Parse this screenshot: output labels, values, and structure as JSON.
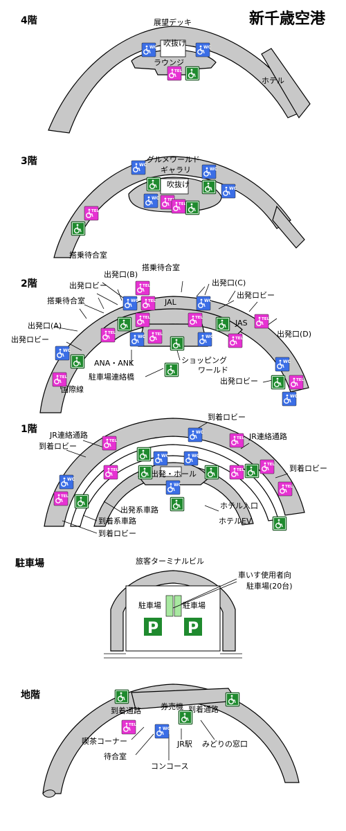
{
  "title": "新千歳空港",
  "icon_colors": {
    "wc": "#3b6ee6",
    "tel": "#e632d2",
    "accessible": "#1f8a2e"
  },
  "floors": {
    "f4": {
      "label": "4階",
      "areas": [
        "展望デッキ",
        "吹抜け",
        "ラウンジ",
        "ホテル"
      ]
    },
    "f3": {
      "label": "3階",
      "areas": [
        "グルメワールド",
        "ギャラリ",
        "吹抜け",
        "搭乗待合室"
      ]
    },
    "f2": {
      "label": "2階",
      "areas": [
        "出発口(B)",
        "搭乗待合室",
        "出発ロビー",
        "出発口(C)",
        "出発ロビー",
        "搭乗待合室",
        "JAL",
        "JAS",
        "出発口(A)",
        "出発ロビー",
        "出発口(D)",
        "ANA・ANK",
        "ショッピング",
        "ワールド",
        "駐車場連絡橋",
        "国際線",
        "出発ロビー"
      ]
    },
    "f1": {
      "label": "1階",
      "areas": [
        "到着ロビー",
        "JR連絡通路",
        "JR連絡通路",
        "到着ロビー",
        "到着ロビー",
        "出発・ホール",
        "ホテル入口",
        "出発系車路",
        "ホテルEV",
        "到着系車路",
        "到着ロビー"
      ]
    },
    "parking": {
      "label": "駐車場",
      "areas": [
        "旅客ターミナルビル",
        "車いす使用者向",
        "駐車場(20台)",
        "駐車場",
        "駐車場"
      ],
      "p_symbol": "P"
    },
    "b1": {
      "label": "地階",
      "areas": [
        "券売機",
        "到着通路",
        "到着通路",
        "喫茶コーナー",
        "JR駅",
        "みどりの窓口",
        "待合室",
        "コンコース"
      ]
    }
  },
  "icon_text": {
    "wc": "WC",
    "tel": "TEL"
  }
}
